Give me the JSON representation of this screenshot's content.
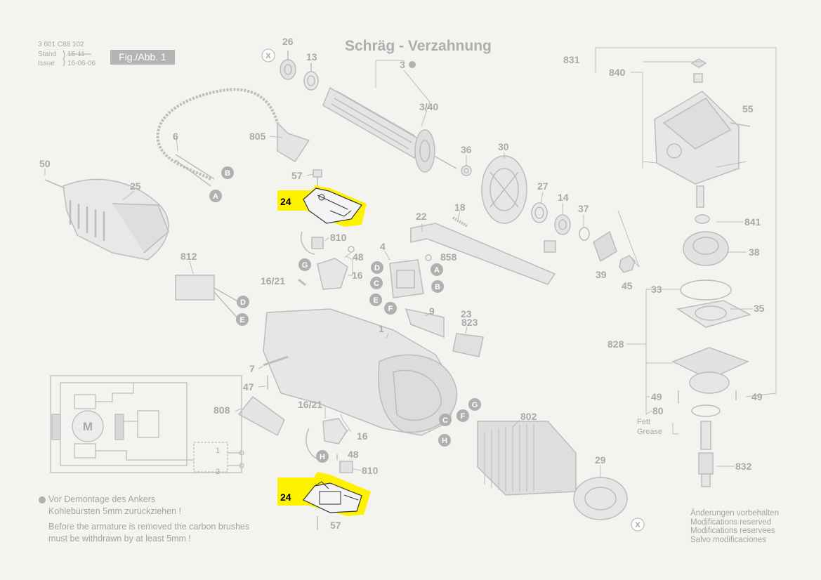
{
  "header": {
    "part_number": "3 601 C88 102",
    "stand_label": "Stand",
    "issue_label": "Issue",
    "stand_value": "15-11",
    "issue_value": "16-06-06",
    "fig_label": "Fig./Abb. 1"
  },
  "title": "Schräg - Verzahnung",
  "highlight_color": "#fff200",
  "part_labels": [
    "26",
    "13",
    "3",
    "3/40",
    "831",
    "840",
    "55",
    "6",
    "805",
    "36",
    "30",
    "50",
    "25",
    "57",
    "24",
    "810",
    "48",
    "4",
    "858",
    "22",
    "18",
    "27",
    "14",
    "37",
    "841",
    "38",
    "812",
    "16/21",
    "16",
    "9",
    "23",
    "823",
    "1",
    "39",
    "45",
    "33",
    "35",
    "828",
    "7",
    "47",
    "808",
    "802",
    "49",
    "80",
    "832",
    "29"
  ],
  "highlighted": [
    "24",
    "24"
  ],
  "connector_letters": [
    "X",
    "B",
    "A",
    "G",
    "D",
    "C",
    "E",
    "F",
    "H"
  ],
  "grease_label": {
    "line1": "Fett",
    "line2": "Grease"
  },
  "notes": {
    "de_1": "Vor Demontage des Ankers",
    "de_2": "Kohlebürsten 5mm zurückziehen !",
    "en_1": "Before the armature is removed the carbon brushes",
    "en_2": "must be withdrawn by at least 5mm !"
  },
  "modifications": [
    "Änderungen vorbehalten",
    "Modifications reserved",
    "Modifications reservees",
    "Salvo modificaciones"
  ],
  "schematic": {
    "motor": "M",
    "switch_1": "1",
    "switch_2": "2"
  }
}
